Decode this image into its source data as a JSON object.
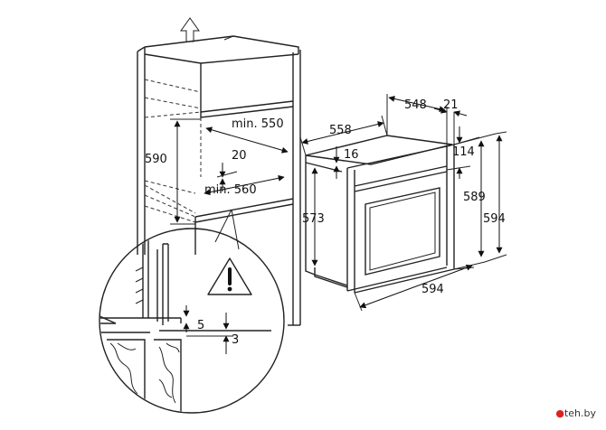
{
  "dimensions": {
    "cabinet_depth_min": "min. 550",
    "cabinet_height": "590",
    "vent_gap": "20",
    "cabinet_width_min": "min. 560",
    "oven_depth_total": "558",
    "oven_body_depth": "548",
    "front_panel_thickness": "21",
    "top_offset": "16",
    "control_panel_height": "114",
    "oven_front_height": "573",
    "body_height": "589",
    "total_height": "594",
    "total_width": "594",
    "detail_gap_top": "5",
    "detail_gap_bottom": "3"
  },
  "watermark": {
    "brand": "teh",
    "domain": ".by"
  },
  "colors": {
    "line": "#222222",
    "wood_fill": "#ffffff"
  },
  "icons": {
    "up_arrow": "up-arrow-icon",
    "warning": "warning-icon"
  }
}
